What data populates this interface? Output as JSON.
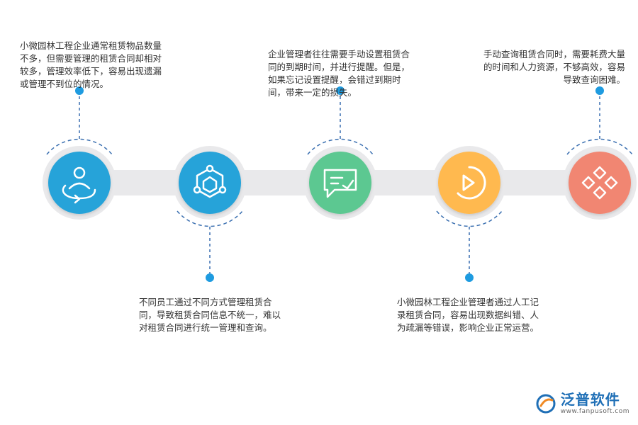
{
  "colors": {
    "band": "#e9e9eb",
    "node_blue": "#27a3d9",
    "node_green": "#5cc891",
    "node_orange": "#ffb950",
    "node_red": "#f18672",
    "dash": "#3a6fb0",
    "dot": "#1e9be0",
    "brand": "#1f6fb6"
  },
  "nodes": [
    {
      "icon": "person-rotate-icon",
      "color": "#27a3d9"
    },
    {
      "icon": "network-hexagon-icon",
      "color": "#27a3d9"
    },
    {
      "icon": "message-check-icon",
      "color": "#5cc891"
    },
    {
      "icon": "pie-chart-icon",
      "color": "#ffb950"
    },
    {
      "icon": "diamond-grid-icon",
      "color": "#f18672"
    }
  ],
  "notes": {
    "n1": "小微园林工程企业通常租赁物品数量不多，但需要管理的租赁合同却相对较多，管理效率低下，容易出现遗漏或管理不到位的情况。",
    "n2": "不同员工通过不同方式管理租赁合同，导致租赁合同信息不统一，难以对租赁合同进行统一管理和查询。",
    "n3": "企业管理者往往需要手动设置租赁合同的到期时间，并进行提醒。但是，如果忘记设置提醒，会错过到期时间，带来一定的损失。",
    "n4": "小微园林工程企业管理者通过人工记录租赁合同，容易出现数据纠错、人为疏漏等错误，影响企业正常运营。",
    "n5": "手动查询租赁合同时，需要耗费大量的时间和人力资源，不够高效，容易导致查询困难。"
  },
  "brand": {
    "name": "泛普软件",
    "url": "www.fanpusoft.com",
    "logo_icon": "fanpu-logo-icon"
  }
}
